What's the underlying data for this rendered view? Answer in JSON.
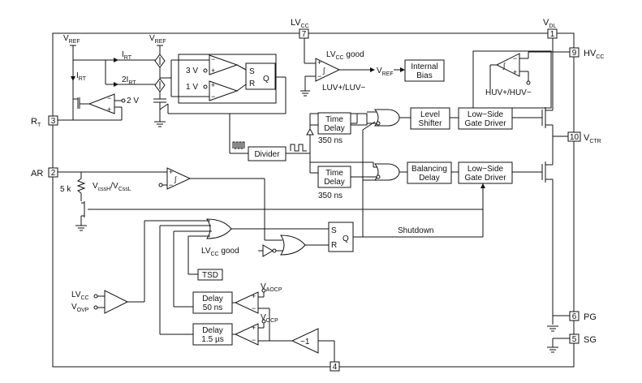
{
  "pins": {
    "p1": "1",
    "p2": "2",
    "p3": "3",
    "p4": "4",
    "p5": "5",
    "p6": "6",
    "p7": "7",
    "p9": "9",
    "p10": "10"
  },
  "signals": {
    "vref": "V",
    "vref_sub": "REF",
    "irt_main": "I",
    "irt_sub": "RT",
    "two_irt": "2I",
    "two_irt_sub": "RT",
    "v2": "2 V",
    "v3": "3 V",
    "v1": "1 V",
    "rt": "R",
    "rt_sub": "T",
    "ar": "AR",
    "k5": "5 k",
    "vcss": "V",
    "vcss_sub1": "cssH",
    "vcss_mid": "/V",
    "vcss_sub2": "CssL",
    "lvcc": "LV",
    "lvcc_sub": "CC",
    "lvcc_good": "LV",
    "lvcc_good_sub": "CC",
    "lvcc_good_tail": " good",
    "luv": "LUV+/LUV−",
    "vref2": "V",
    "vref2_sub": "REF",
    "vdl": "V",
    "vdl_sub": "DL",
    "hvcc": "HV",
    "hvcc_sub": "CC",
    "huv": "HUV+/HUV−",
    "vctr": "V",
    "vctr_sub": "CTR",
    "ns350a": "350 ns",
    "ns350b": "350 ns",
    "shutdown": "Shutdown",
    "lvcc_good2": "LV",
    "lvcc_good2_sub": "CC",
    "lvcc_good2_tail": " good",
    "lvcc_in": "LV",
    "lvcc_in_sub": "CC",
    "vovp": "V",
    "vovp_sub": "OVP",
    "vaocp": "V",
    "vaocp_sub": "AOCP",
    "vocp": "V",
    "vocp_sub": "OCP",
    "minus1": "−1",
    "pg": "PG",
    "sg": "SG",
    "s": "S",
    "r": "R",
    "q": "Q"
  },
  "blocks": {
    "internal_bias_1": "Internal",
    "internal_bias_2": "Bias",
    "time_delay_1": "Time",
    "time_delay_2": "Delay",
    "divider": "Divider",
    "level_shifter_1": "Level",
    "level_shifter_2": "Shifter",
    "lsgd_1": "Low−Side",
    "lsgd_2": "Gate Driver",
    "balancing_1": "Balancing",
    "balancing_2": "Delay",
    "tsd": "TSD",
    "delay50_1": "Delay",
    "delay50_2": "50 ns",
    "delay15_1": "Delay",
    "delay15_2": "1.5 µs"
  }
}
